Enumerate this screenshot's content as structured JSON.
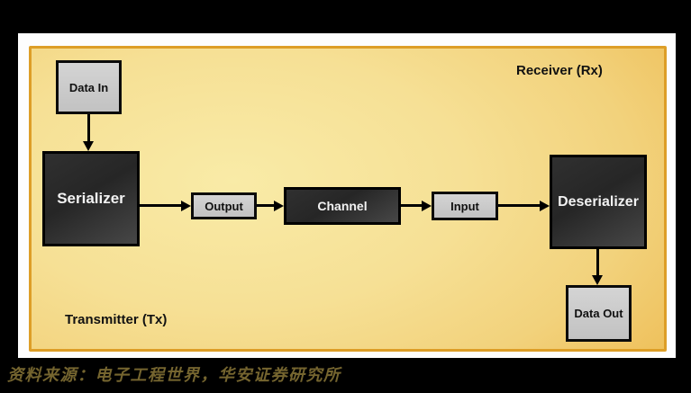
{
  "caption": {
    "text": "资料来源：电子工程世界，华安证券研究所",
    "color": "#75652f"
  },
  "diagram": {
    "regions": {
      "receiver": "Receiver (Rx)",
      "transmitter": "Transmitter (Tx)"
    },
    "nodes": {
      "data_in": {
        "label": "Data In",
        "style": "light"
      },
      "serializer": {
        "label": "Serializer",
        "style": "dark"
      },
      "output": {
        "label": "Output",
        "style": "light"
      },
      "channel": {
        "label": "Channel",
        "style": "dark"
      },
      "input": {
        "label": "Input",
        "style": "light"
      },
      "deserializer": {
        "label": "Deserializer",
        "style": "dark"
      },
      "data_out": {
        "label": "Data Out",
        "style": "light"
      }
    },
    "edges": [
      {
        "from": "data_in",
        "to": "serializer",
        "direction": "down"
      },
      {
        "from": "serializer",
        "to": "output",
        "direction": "right"
      },
      {
        "from": "output",
        "to": "channel",
        "direction": "right"
      },
      {
        "from": "channel",
        "to": "input",
        "direction": "right"
      },
      {
        "from": "input",
        "to": "deserializer",
        "direction": "right"
      },
      {
        "from": "deserializer",
        "to": "data_out",
        "direction": "down"
      }
    ],
    "colors": {
      "canvas": "#000000",
      "card": "#fdfdfd",
      "panel_border": "#dd9e27",
      "panel_center": "#f9eba7",
      "panel_edge": "#e7a52f",
      "dark_box": "#2e2e2e",
      "light_box": "#c8c8c8",
      "arrow": "#000000"
    }
  }
}
